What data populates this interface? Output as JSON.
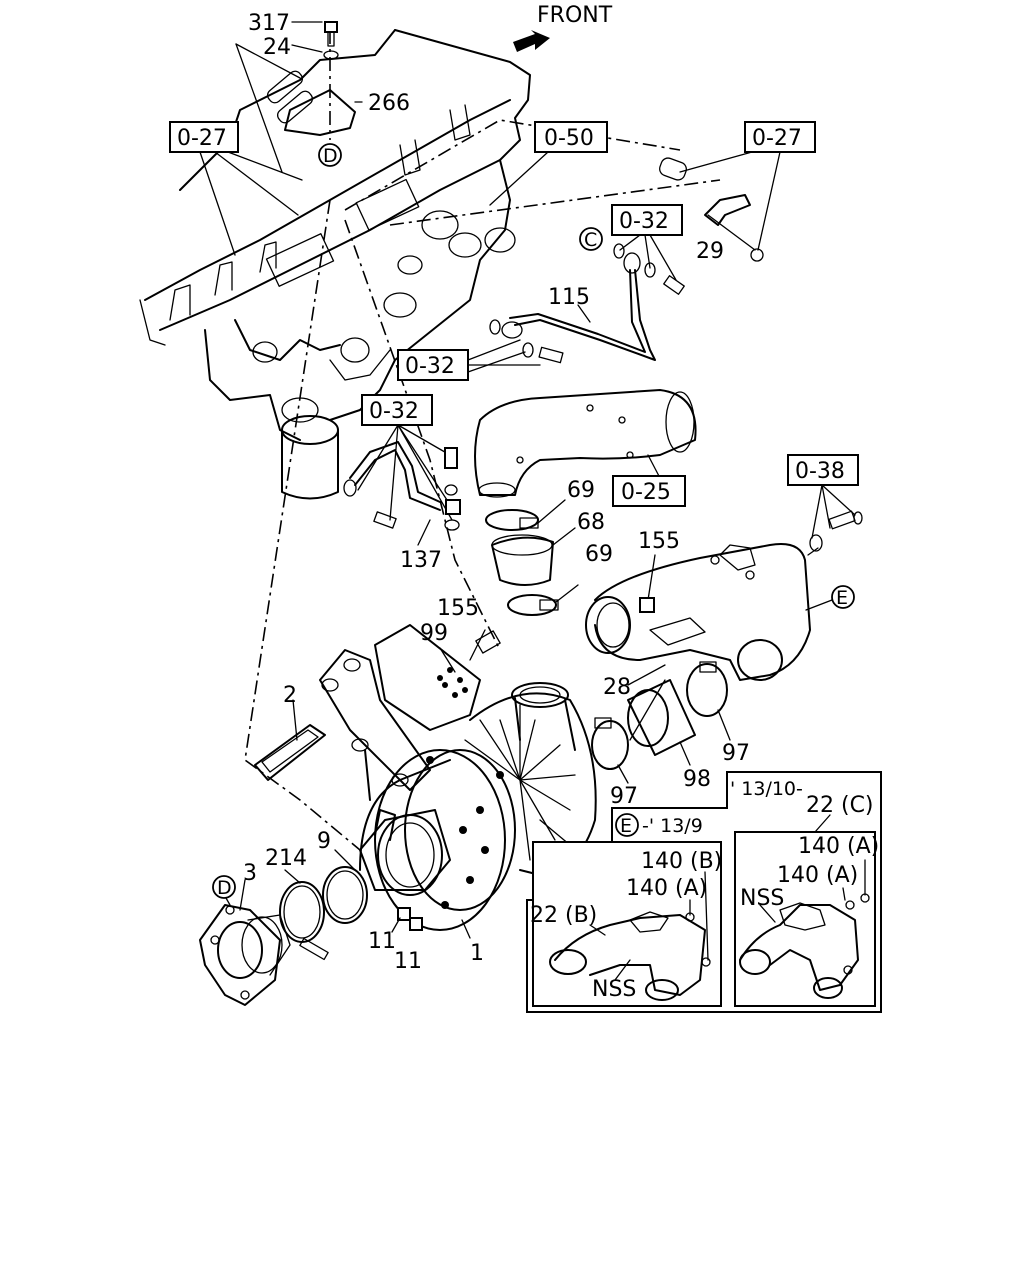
{
  "header": {
    "front": "FRONT"
  },
  "refs": {
    "r1": "0-27",
    "r2": "0-50",
    "r3": "0-27",
    "r4": "0-32",
    "r5": "0-32",
    "r6": "0-32",
    "r7": "0-25",
    "r8": "0-38"
  },
  "parts": {
    "p317": "317",
    "p24": "24",
    "p266": "266",
    "p29": "29",
    "p115": "115",
    "p137": "137",
    "p69a": "69",
    "p68": "68",
    "p69b": "69",
    "p155a": "155",
    "p155b": "155",
    "p99": "99",
    "p2": "2",
    "p28": "28",
    "p98": "98",
    "p97a": "97",
    "p97b": "97",
    "p9": "9",
    "p214": "214",
    "p3": "3",
    "p11a": "11",
    "p11b": "11",
    "p1": "1"
  },
  "markers": {
    "mD1": "D",
    "mC1": "C",
    "mE1": "E",
    "mC2": "C",
    "mD2": "D",
    "mE2": "E"
  },
  "inset_large": {
    "date": "' 13/10-",
    "p22c": "22 (C)",
    "p140a1": "140 (A)",
    "p140a2": "140 (A)",
    "nss": "NSS"
  },
  "inset_small": {
    "date": "-' 13/9",
    "p140b": "140 (B)",
    "p140a": "140 (A)",
    "p22b": "22 (B)",
    "nss": "NSS"
  }
}
